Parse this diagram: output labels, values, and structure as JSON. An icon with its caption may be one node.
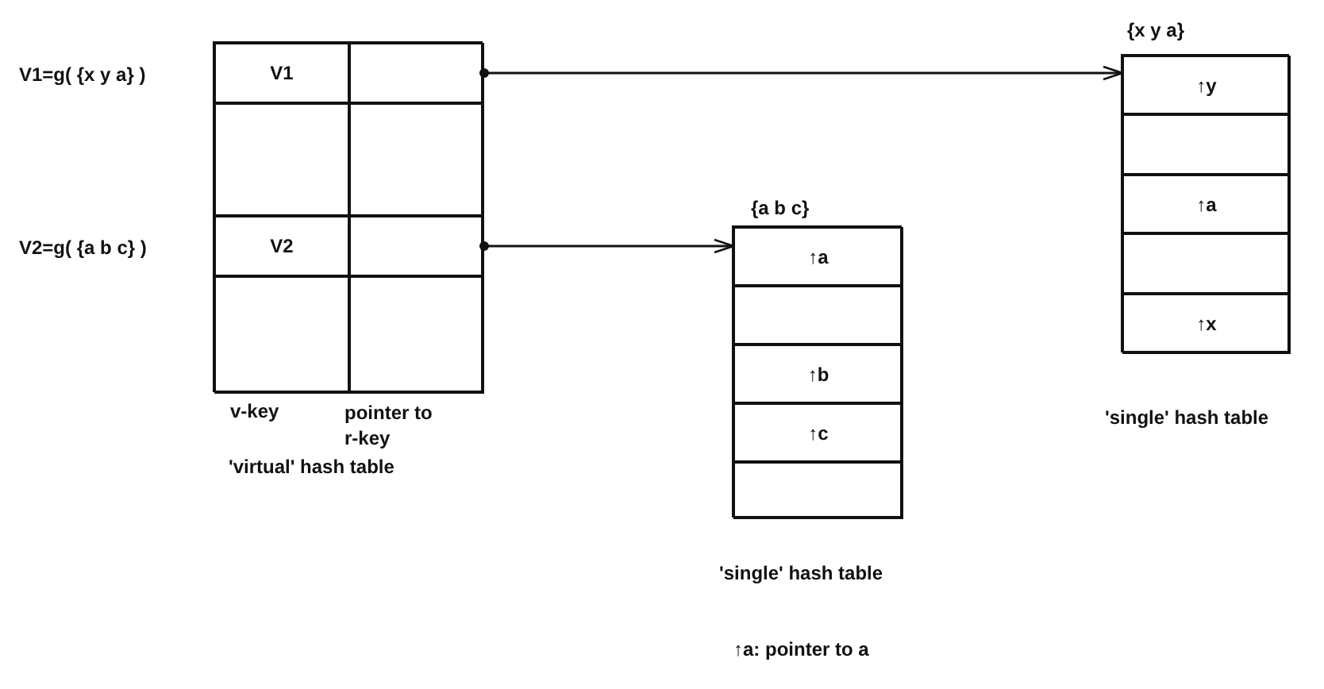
{
  "diagram": {
    "nodes": [
      {
        "text": [
          "v-key",
          "pointer to r-key",
          "'virtual' hash table"
        ]
      },
      {
        "text": [
          "V1"
        ],
        "in": 0,
        "beside": [
          "V1=g( {x y a} )"
        ]
      },
      {
        "text": [],
        "shape": "box",
        "in": 0
      },
      {
        "text": [],
        "shape": "box",
        "in": 0
      },
      {
        "text": [],
        "shape": "box",
        "in": 0
      },
      {
        "text": [
          "V2"
        ],
        "in": 0,
        "beside": [
          "V2=g( {a b c} )"
        ]
      },
      {
        "text": [],
        "shape": "box",
        "in": 0
      },
      {
        "text": [],
        "shape": "box",
        "in": 0
      },
      {
        "text": [],
        "shape": "box",
        "in": 0
      },
      {
        "text": [
          "{a b c}",
          "'single' hash table"
        ]
      },
      {
        "text": [
          "↑a"
        ],
        "in": 9
      },
      {
        "text": [],
        "shape": "box",
        "in": 9
      },
      {
        "text": [
          "↑b"
        ],
        "in": 9
      },
      {
        "text": [
          "↑c"
        ],
        "in": 9
      },
      {
        "text": [],
        "shape": "box",
        "in": 9
      },
      {
        "text": [
          "{x y a}",
          "'single' hash table"
        ]
      },
      {
        "text": [
          "↑y"
        ],
        "in": 15
      },
      {
        "text": [],
        "shape": "box",
        "in": 15
      },
      {
        "text": [
          "↑a"
        ],
        "in": 15
      },
      {
        "text": [],
        "shape": "box",
        "in": 15
      },
      {
        "text": [
          "↑x"
        ],
        "in": 15
      }
    ],
    "edges": [
      {
        "from": 2,
        "to": 16,
        "arrow": "to"
      },
      {
        "from": 6,
        "to": 10,
        "arrow": "to"
      }
    ],
    "labels": [
      "↑a: pointer to a"
    ]
  }
}
